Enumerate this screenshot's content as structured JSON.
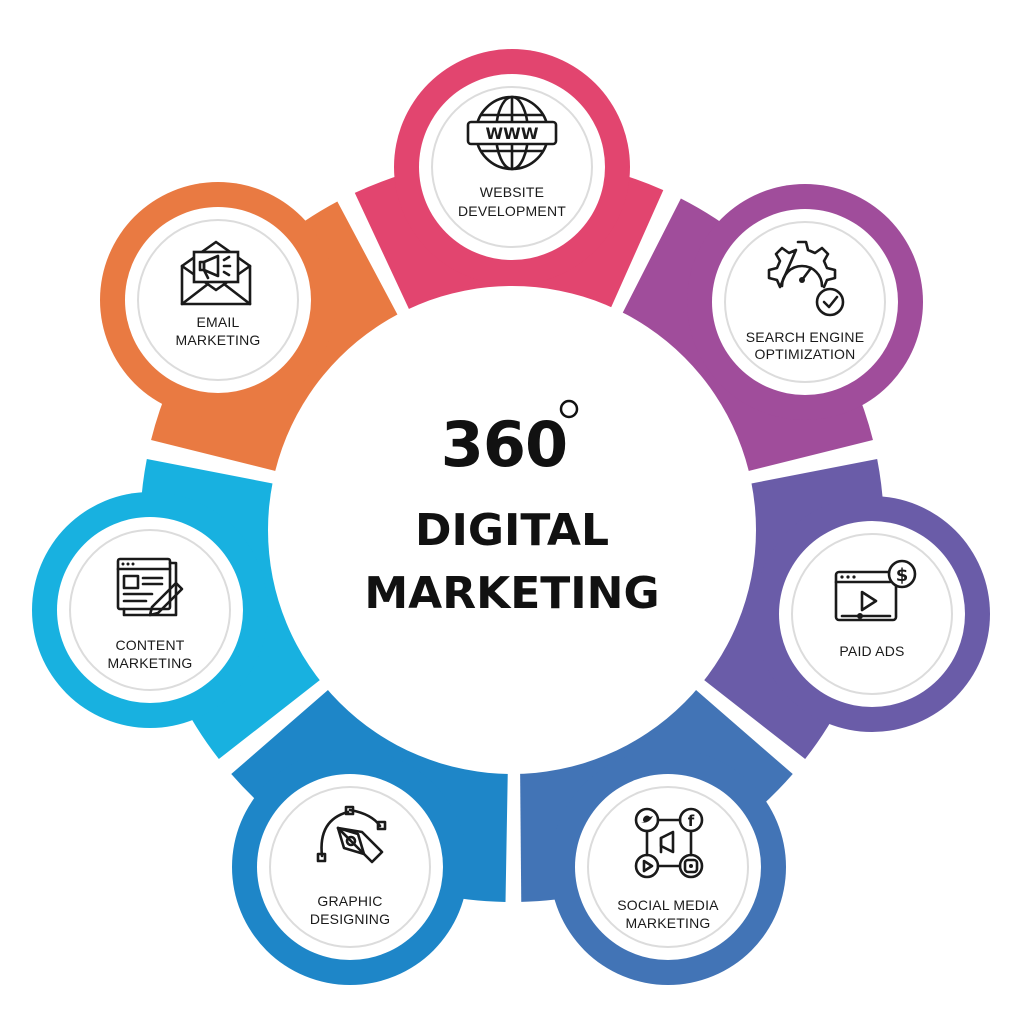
{
  "center": {
    "number": "360",
    "line1": "DIGITAL",
    "line2": "MARKETING"
  },
  "segments": [
    {
      "name": "website-development",
      "icon": "globe-www-icon",
      "color": "#e2456f",
      "label_lines": [
        "WEBSITE",
        "DEVELOPMENT"
      ],
      "www": "WWW"
    },
    {
      "name": "search-engine-optimization",
      "icon": "gear-gauge-check-icon",
      "color": "#a04d9b",
      "label_lines": [
        "SEARCH ENGINE",
        "OPTIMIZATION"
      ]
    },
    {
      "name": "paid-ads",
      "icon": "video-ad-dollar-icon",
      "color": "#6a5ca8",
      "label_lines": [
        "PAID ADS"
      ],
      "dollar": "$"
    },
    {
      "name": "social-media-marketing",
      "icon": "social-media-icon",
      "color": "#4274b6",
      "label_lines": [
        "SOCIAL MEDIA",
        "MARKETING"
      ],
      "fb": "f"
    },
    {
      "name": "graphic-designing",
      "icon": "pen-tool-icon",
      "color": "#1e86c8",
      "label_lines": [
        "GRAPHIC",
        "DESIGNING"
      ]
    },
    {
      "name": "content-marketing",
      "icon": "document-pencil-icon",
      "color": "#18b1e0",
      "label_lines": [
        "CONTENT",
        "MARKETING"
      ]
    },
    {
      "name": "email-marketing",
      "icon": "email-megaphone-icon",
      "color": "#e97a42",
      "label_lines": [
        "EMAIL",
        "MARKETING"
      ]
    }
  ]
}
